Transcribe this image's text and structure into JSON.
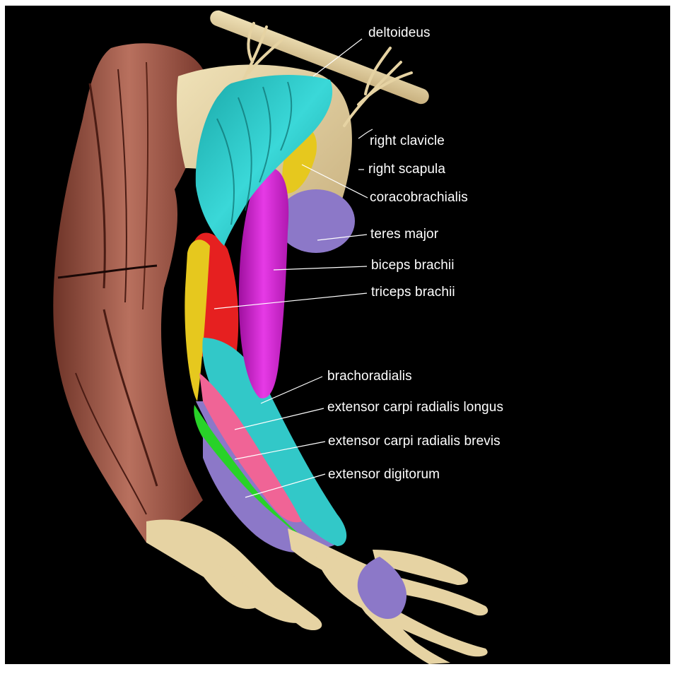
{
  "labels": {
    "deltoideus": "deltoideus",
    "right_clavicle": "right clavicle",
    "right_scapula": "right scapula",
    "coracobrachialis": "coracobrachialis",
    "teres_major": "teres major",
    "biceps_brachii": "biceps brachii",
    "triceps_brachii": "triceps brachii",
    "brachoradialis": "brachoradialis",
    "extensor_carpi_radialis_longus": "extensor carpi radialis longus",
    "extensor_carpi_radialis_brevis": "extensor carpi radialis brevis",
    "extensor_digitorum": "extensor digitorum"
  },
  "colors": {
    "background": "#000000",
    "frame": "#ffffff",
    "label_text": "#ffffff",
    "leader_line": "#ffffff",
    "bone": "#e6d3a3",
    "muscle_reference": "#a0584a",
    "deltoideus": "#2ec8c8",
    "biceps_brachii": "#d21ed2",
    "triceps_brachii": "#e62020",
    "coracobrachialis": "#e6c81e",
    "teres_major": "#8c78c8",
    "brachoradialis": "#32c8c8",
    "extensor_carpi_radialis_longus": "#f06496",
    "extensor_carpi_radialis_brevis": "#28d228",
    "extensor_digitorum": "#8c78c8"
  }
}
